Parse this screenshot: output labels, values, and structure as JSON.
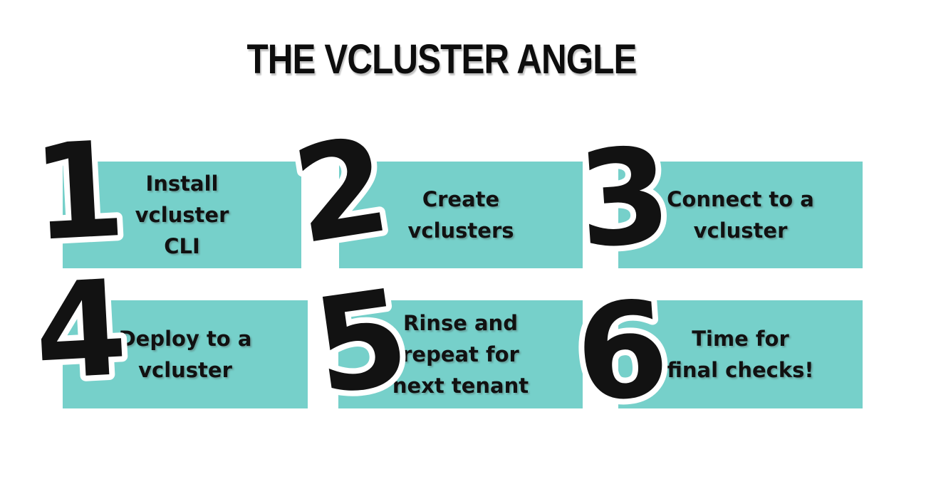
{
  "title": "THE VCLUSTER ANGLE",
  "colors": {
    "background": "#ffffff",
    "box_fill": "#76d0ca",
    "text": "#111111",
    "number_fill": "#121212",
    "number_outline": "#ffffff"
  },
  "steps": [
    {
      "number": "1",
      "lines": [
        "Install",
        "vcluster",
        "CLI"
      ]
    },
    {
      "number": "2",
      "lines": [
        "Create",
        "vclusters"
      ]
    },
    {
      "number": "3",
      "lines": [
        "Connect to a",
        "vcluster"
      ]
    },
    {
      "number": "4",
      "lines": [
        "Deploy to a",
        "vcluster"
      ]
    },
    {
      "number": "5",
      "lines": [
        "Rinse and",
        "repeat for",
        "next tenant"
      ]
    },
    {
      "number": "6",
      "lines": [
        "Time for",
        "final checks!"
      ]
    }
  ]
}
